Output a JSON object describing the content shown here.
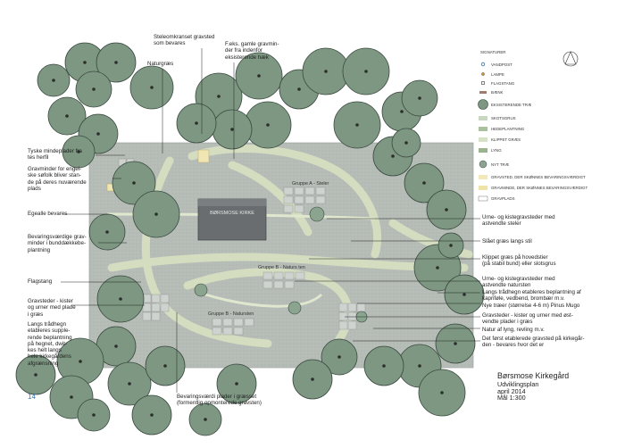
{
  "page_number": "14",
  "title_block": {
    "name": "Børsmose Kirkegård",
    "plan_type": "Udviklingsplan",
    "date": "april 2014",
    "scale": "Mål 1:300"
  },
  "legend": {
    "heading": "SIGNATURER",
    "items": [
      {
        "label": "VANDPOST",
        "icon": "water-post-icon"
      },
      {
        "label": "LAMPE",
        "icon": "lamp-icon"
      },
      {
        "label": "FLAGSTANG",
        "icon": "flagpole-icon"
      },
      {
        "label": "BÆNK",
        "icon": "bench-icon"
      },
      {
        "label": "EKSISTERENDE TRÆ",
        "icon": "existing-tree-icon"
      },
      {
        "label": "SKOTSGRUS",
        "color": "#c9d7c0"
      },
      {
        "label": "HEDEPLANTNING",
        "color": "#a9c29c"
      },
      {
        "label": "KLIPPET GRÆS",
        "color": "#d6e2c5"
      },
      {
        "label": "LYNG",
        "color": "#9bb48c"
      },
      {
        "label": "NYT TRÆ",
        "icon": "new-tree-icon"
      },
      {
        "label": "GRAVSTED, DER SKØNNES BEVARINGSVÆRDIGT",
        "color": "#f2e8b8"
      },
      {
        "label": "GRAVMINDE, DER SKØNNES BEVARINGSVÆRDIGT",
        "color": "#efe3a8"
      },
      {
        "label": "GRAVPLADS",
        "color": "#ffffff"
      }
    ]
  },
  "plan_labels": {
    "church": "BØRSMOSE KIRKE",
    "group_a_stairs": "Gruppe A - Steler",
    "group_b_nature_1": "Gruppe B - Naturs ten",
    "group_b_nature_2": "Gruppe B - Natursten"
  },
  "annotations": {
    "top": [
      {
        "id": "stone-frame",
        "text": "Stelеomkranset gravsted\nsom bevares"
      },
      {
        "id": "old-graves",
        "text": "F.eks. gamle gravmin-\nder fra indenfor\neksisterende hæk"
      },
      {
        "id": "naturgraes",
        "text": "Naturgræs"
      }
    ],
    "left": [
      {
        "id": "german-plaques",
        "text": "Tyske mindeplader fra\ntes herfil"
      },
      {
        "id": "grave-memorials",
        "text": "Gravminder for engel-\nske søfolk bliver stan-\nde på deres nuværende\nplads"
      },
      {
        "id": "egealle",
        "text": "Egealle bevares"
      },
      {
        "id": "memorials-planting",
        "text": "Bevaringsværdige grav-\nminder i bunddækkebe-\nplantning"
      },
      {
        "id": "flagstang",
        "text": "Flagstang"
      },
      {
        "id": "graves-boxes",
        "text": "Gravsteder - kister\nog urner med plade\ni græs"
      },
      {
        "id": "hedge-supplement",
        "text": "Langs trådhegn\netableres supple-\nrende beplantning\npå hegnet, dwit-\nkes helt langs\nhele kirkegårdens\nafgrænsning"
      }
    ],
    "right": [
      {
        "id": "urn-stairs",
        "text": "Urne- og kistegravsteder med\nastvendte steler"
      },
      {
        "id": "lawn",
        "text": "Slået græs langs stil"
      },
      {
        "id": "paths",
        "text": "Klippet græs på hovedstier\n(på stabil bund) eller slotsgrus"
      },
      {
        "id": "urn-natural",
        "text": "Urne- og kistegravsteder med\nastvendte natursten"
      },
      {
        "id": "wire-fence",
        "text": "Langs trådhegn etableres beplantning af\nkapriføle, vedbend, brombær m.v."
      },
      {
        "id": "new-trees",
        "text": "Nye træer (størrelse 4-6 m) Pinus Mugo"
      },
      {
        "id": "graves-plates",
        "text": "Gravsteder - kister og urner med øst-\nvendte plader i græs"
      },
      {
        "id": "nature",
        "text": "Natur af lyng, revling m.v."
      },
      {
        "id": "first-graves",
        "text": "Det først etablerede gravsted på kirkegår-\nden - bevares hvor det er"
      }
    ],
    "bottom": [
      {
        "id": "stone-plates",
        "text": "Bevaringsværdi plader i græsset\n(formentlig opmonterede gravsten)"
      }
    ]
  },
  "colors": {
    "tree_fill": "#7d9782",
    "tree_stroke": "#3b4a40",
    "ground": "#b9bfba",
    "path": "#d3dcbf",
    "church": "#6b6e70"
  }
}
